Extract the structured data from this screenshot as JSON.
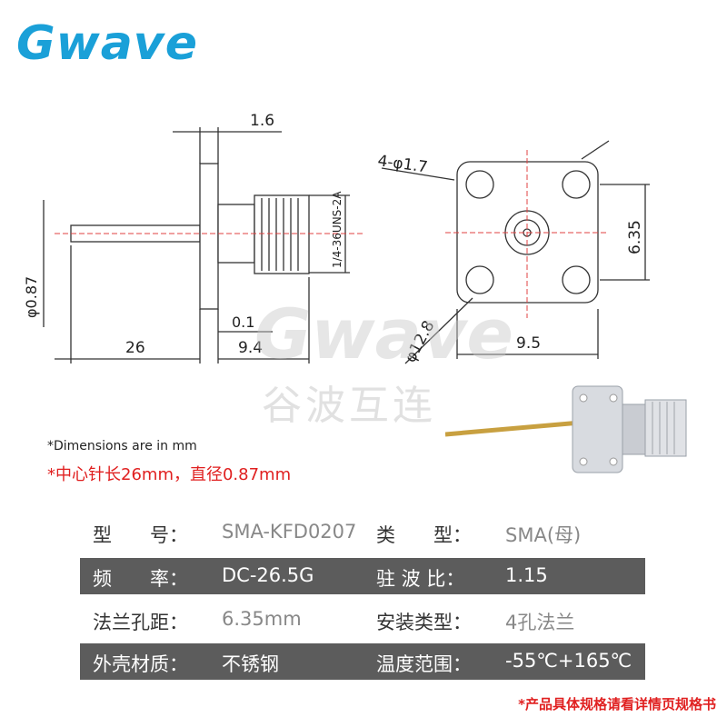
{
  "brand": {
    "logo": "Gwave",
    "watermark_en": "Gwave",
    "watermark_cn": "谷波互连"
  },
  "drawing": {
    "dim_flange_thickness": "1.6",
    "thread_label": "1/4-36UNS-2A",
    "dim_pin_dia": "φ0.87",
    "dim_gap": "0.1",
    "dim_pin_length": "26",
    "dim_body_length": "9.4",
    "dim_holes": "4-φ1.7",
    "dim_hole_spacing": "6.35",
    "dim_circle": "φ12.8",
    "dim_flange_width": "9.5"
  },
  "notes": {
    "dimensions": "*Dimensions are in mm",
    "pin_note": "*中心针长26mm，直径0.87mm"
  },
  "specs": [
    {
      "label1": "型　　号：",
      "value1": "SMA-KFD0207",
      "label2": "类　　型：",
      "value2": "SMA(母)",
      "dark": false
    },
    {
      "label1": "频　　率：",
      "value1": "DC-26.5G",
      "label2": "驻 波 比：",
      "value2": "1.15",
      "dark": true
    },
    {
      "label1": "法兰孔距：",
      "value1": "6.35mm",
      "label2": "安装类型：",
      "value2": "4孔法兰",
      "dark": false
    },
    {
      "label1": "外壳材质：",
      "value1": "不锈钢",
      "label2": "温度范围：",
      "value2": "-55℃+165℃",
      "dark": true
    }
  ],
  "footnote": "*产品具体规格请看详情页规格书"
}
